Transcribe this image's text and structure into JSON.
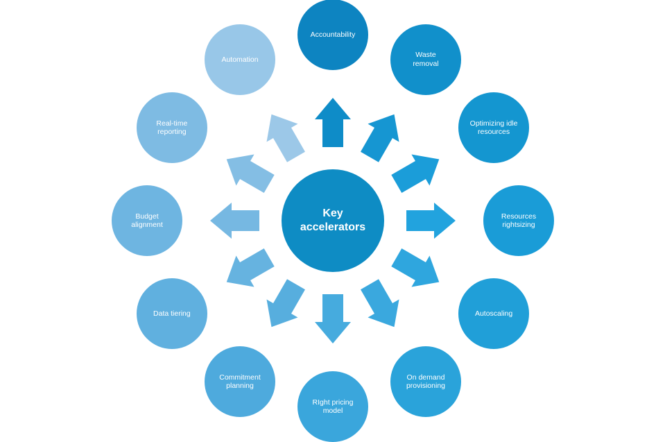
{
  "center": {
    "label": "Key\naccelerators",
    "color": "#0E8CC4"
  },
  "nodes": [
    {
      "id": "accountability",
      "label": "Accountability",
      "color": "#0D84C1",
      "arrow_color": "#0E8CC8"
    },
    {
      "id": "waste-removal",
      "label": "Waste\nremoval",
      "color": "#1190CB",
      "arrow_color": "#1696D2"
    },
    {
      "id": "optimizing-idle-resources",
      "label": "Optimizing idle\nresources",
      "color": "#1496D0",
      "arrow_color": "#1B9DD9"
    },
    {
      "id": "resources-rightsizing",
      "label": "Resources\nrightsizing",
      "color": "#1A9CD7",
      "arrow_color": "#22A3DE"
    },
    {
      "id": "autoscaling",
      "label": "Autoscaling",
      "color": "#209FD8",
      "arrow_color": "#2FA6DE"
    },
    {
      "id": "on-demand-provisioning",
      "label": "On demand\nprovisioning",
      "color": "#2AA3DA",
      "arrow_color": "#3AA8DE"
    },
    {
      "id": "right-pricing-model",
      "label": "RIght pricing\nmodel",
      "color": "#3AA6DC",
      "arrow_color": "#46ABDE"
    },
    {
      "id": "commitment-planning",
      "label": "Commitment\nplanning",
      "color": "#4EAADD",
      "arrow_color": "#57AEDE"
    },
    {
      "id": "data-tiering",
      "label": "Data tiering",
      "color": "#60B0DF",
      "arrow_color": "#66B3E0"
    },
    {
      "id": "budget-alignment",
      "label": "Budget\nalignment",
      "color": "#6EB5E1",
      "arrow_color": "#76B8E2"
    },
    {
      "id": "real-time-reporting",
      "label": "Real-time\nreporting",
      "color": "#7EBBE3",
      "arrow_color": "#84BEE4"
    },
    {
      "id": "automation",
      "label": "Automation",
      "color": "#98C7E8",
      "arrow_color": "#9CC8E8"
    }
  ]
}
